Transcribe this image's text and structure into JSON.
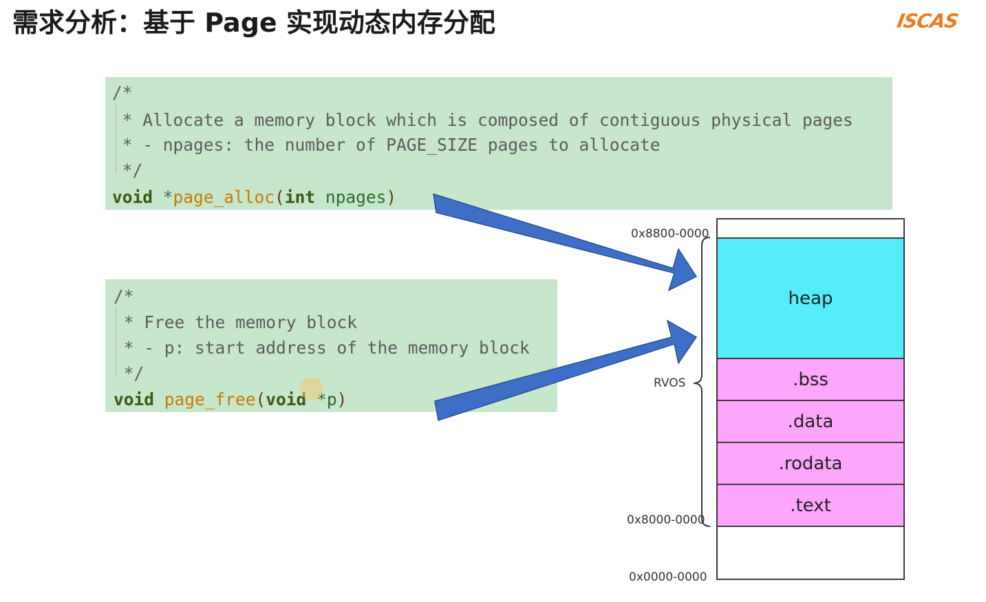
{
  "slide": {
    "title": "需求分析：基于 Page 实现动态内存分配",
    "logo_text": "ISCAS"
  },
  "code_alloc": {
    "line1": "/*",
    "line2": " * Allocate a memory block which is composed of contiguous physical pages",
    "line3": " * - npages: the number of PAGE_SIZE pages to allocate",
    "line4": " */",
    "sig_ret": "void",
    "sig_star": " *",
    "sig_name": "page_alloc",
    "sig_open": "(",
    "sig_ptype": "int",
    "sig_pname": " npages",
    "sig_close": ")"
  },
  "code_free": {
    "line1": "/*",
    "line2": " * Free the memory block",
    "line3": " * - p: start address of the memory block",
    "line4": " */",
    "sig_ret": "void",
    "sig_name": " page_free",
    "sig_open": "(",
    "sig_ptype": "void",
    "sig_pname": " *p",
    "sig_close": ")"
  },
  "memory_map": {
    "addr_top": "0x8800-0000",
    "addr_mid": "0x8000-0000",
    "addr_bottom": "0x0000-0000",
    "brace_label": "RVOS",
    "segments": [
      {
        "label": "heap",
        "color": "#55eef8"
      },
      {
        "label": ".bss",
        "color": "#fca6fc"
      },
      {
        "label": ".data",
        "color": "#fca6fc"
      },
      {
        "label": ".rodata",
        "color": "#fca6fc"
      },
      {
        "label": ".text",
        "color": "#fca6fc"
      }
    ]
  },
  "colors": {
    "code_bg": "#c6e7cb",
    "arrow": "#3d6fc6",
    "arrow_border": "#2a4f96"
  }
}
